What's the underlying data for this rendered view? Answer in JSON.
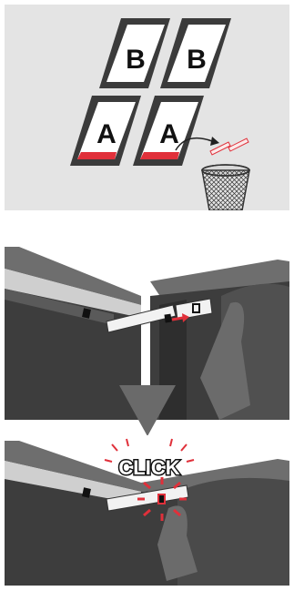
{
  "panels": {
    "top": {
      "windows": [
        {
          "letter": "B"
        },
        {
          "letter": "B"
        },
        {
          "letter": "A"
        },
        {
          "letter": "A"
        }
      ],
      "icons": [
        "curved-arrow-icon",
        "discarded-strips-icon",
        "trash-bin-icon"
      ]
    },
    "middle": {
      "icons": [
        "frame-rail-icon",
        "connector-clip-icon",
        "red-arrow-icon"
      ]
    },
    "bottom": {
      "click_text": "CLICK",
      "icons": [
        "click-burst-icon",
        "connector-snap-icon"
      ]
    }
  },
  "between": {
    "icons": [
      "down-triangle-arrow-icon"
    ]
  },
  "colors": {
    "panel_bg": "#e4e4e4",
    "accent_red": "#e0303a",
    "frame_dark": "#3a3a3a",
    "frame_mid": "#6e6e6e",
    "connector_light": "#f2f2f2",
    "arrow_gray": "#6a6a6a"
  }
}
